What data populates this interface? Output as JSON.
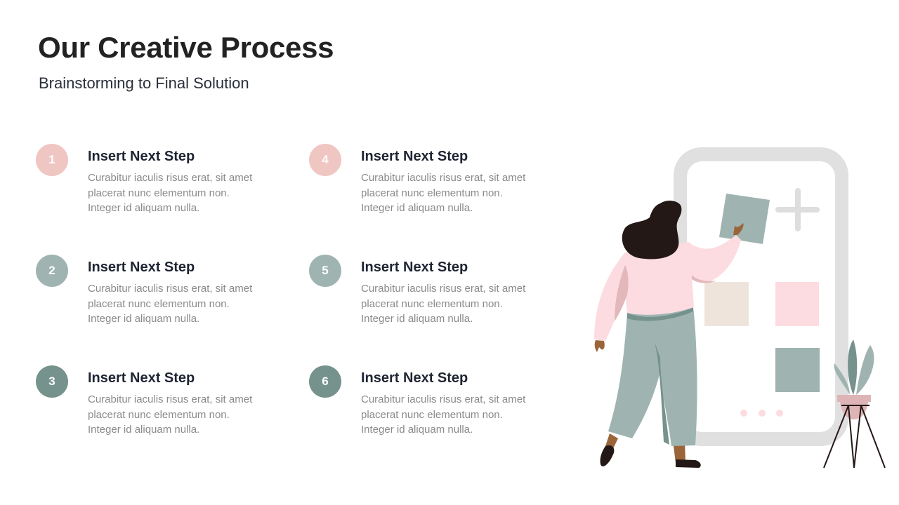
{
  "header": {
    "title": "Our Creative Process",
    "subtitle": "Brainstorming to Final Solution"
  },
  "steps": [
    {
      "number": "1",
      "title": "Insert Next Step",
      "text": "Curabitur iaculis risus erat, sit amet placerat nunc elementum non. Integer id aliquam nulla.",
      "color": "#f0c6c2"
    },
    {
      "number": "2",
      "title": "Insert Next Step",
      "text": "Curabitur iaculis risus erat, sit amet placerat nunc elementum non. Integer id aliquam nulla.",
      "color": "#9fb4b1"
    },
    {
      "number": "3",
      "title": "Insert Next Step",
      "text": "Curabitur iaculis risus erat, sit amet placerat nunc elementum non. Integer id aliquam nulla.",
      "color": "#76928c"
    },
    {
      "number": "4",
      "title": "Insert Next Step",
      "text": "Curabitur iaculis risus erat, sit amet placerat nunc elementum non. Integer id aliquam nulla.",
      "color": "#f0c6c2"
    },
    {
      "number": "5",
      "title": "Insert Next Step",
      "text": "Curabitur iaculis risus erat, sit amet placerat nunc elementum non. Integer id aliquam nulla.",
      "color": "#9fb4b1"
    },
    {
      "number": "6",
      "title": "Insert Next Step",
      "text": "Curabitur iaculis risus erat, sit amet placerat nunc elementum non. Integer id aliquam nulla.",
      "color": "#76928c"
    }
  ]
}
